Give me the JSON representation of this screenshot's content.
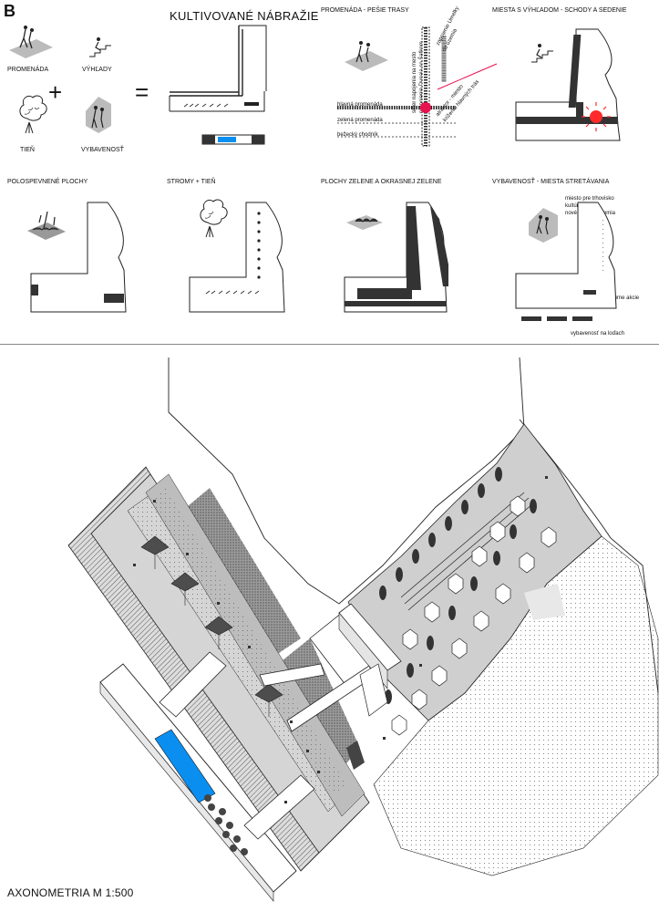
{
  "sheet": {
    "letter": "B",
    "title": "KULTIVOVANÉ NÁBRAŽIE",
    "axonometry_title": "AXONOMETRIA M 1:500"
  },
  "equation": {
    "promenada": "PROMENÁDA",
    "vyhlady": "VÝHĽADY",
    "tien": "TIEŇ",
    "vybavenost": "VYBAVENOSŤ",
    "plus": "+",
    "equals": "="
  },
  "panels": {
    "promenada_title": "PROMENÁDA - PEŠIE TRASY",
    "vyhlad_title": "MIESTA S VÝHĽADOM - SCHODY A SEDENIE",
    "polospevnene_title": "POLOSPEVNENÉ PLOCHY",
    "stromy_title": "STROMY + TIEŇ",
    "zelen_title": "PLOCHY ZELENE A OKRASNEJ ZELENE",
    "stretavanie_title": "VYBAVENOSŤ - MIESTA STRETÁVANIA"
  },
  "promenada_labels": {
    "zapojenie_1": "zapojenie Umelky",
    "zapojenie_2": "do územia",
    "smer_1": "smer napojenia na mesto",
    "smer_2": "prepojenie Dunaja so Šafkom",
    "atraktor_1": "atraktor - miesto",
    "atraktor_2": "križenia hlavných trás",
    "hlavna": "hlavná promenáda",
    "zelena": "zelená promenáda",
    "bezecky": "bežecký chodník"
  },
  "stretavanie_labels": {
    "miesto_1": "miesto pre trhovisko",
    "miesto_2": "kultúrne akcie",
    "miesto_3": "nové ťažisko územia",
    "atraktor": "atraktor - výhľad a kultúrne akcie",
    "lode": "vybavenosť na loďach"
  },
  "colors": {
    "pool_blue": "#0a8ff0",
    "attractor_red": "#e8124f",
    "sun_red": "#ff2a2a",
    "paving_grey": "#c8c8c8",
    "dark": "#333333"
  }
}
